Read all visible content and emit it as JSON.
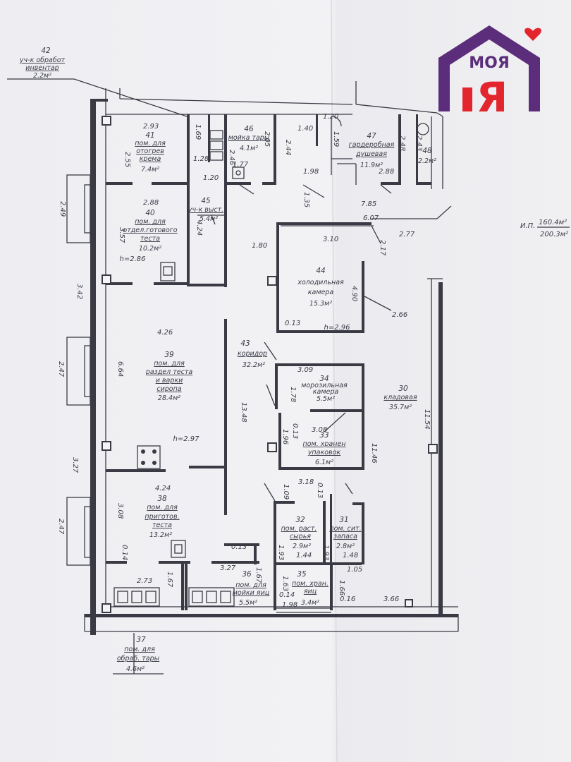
{
  "logo": {
    "brand_text": "МОЯ",
    "brand_letter": "Я",
    "colors": {
      "house": "#5b2d7a",
      "accent": "#e3262d",
      "heart": "#e3262d"
    }
  },
  "totals": {
    "prefix": "И.П.",
    "area_1": "160.4м²",
    "area_2": "200.3м²"
  },
  "rooms": [
    {
      "id": "42",
      "num": "42",
      "name": [
        "уч-к обработ",
        "инвентар"
      ],
      "area": "2.2м²"
    },
    {
      "id": "41",
      "num": "41",
      "name": [
        "пом. для",
        "отогрев",
        "крема"
      ],
      "area": "7.4м²"
    },
    {
      "id": "46",
      "num": "46",
      "name": [
        "мойка тары"
      ],
      "area": "4.1м²"
    },
    {
      "id": "47",
      "num": "47",
      "name": [
        "гардеробная",
        "душевая"
      ],
      "area": "11.9м²"
    },
    {
      "id": "48",
      "num": "48",
      "name": [],
      "area": "2.2м²"
    },
    {
      "id": "40",
      "num": "40",
      "name": [
        "пом. для",
        "отдел.готового",
        "теста"
      ],
      "area": "10.2м²"
    },
    {
      "id": "45",
      "num": "45",
      "name": [
        "уч-к выст."
      ],
      "area": "5.4м²"
    },
    {
      "id": "44",
      "num": "44",
      "name": [
        "холодильная",
        "камера"
      ],
      "area": "15.3м²"
    },
    {
      "id": "43",
      "num": "43",
      "name": [
        "коридор"
      ],
      "area": "32.2м²"
    },
    {
      "id": "39",
      "num": "39",
      "name": [
        "пом. для",
        "раздел теста",
        "и варки",
        "сиропа"
      ],
      "area": "28.4м²"
    },
    {
      "id": "34",
      "num": "34",
      "name": [
        "морозильная",
        "камера"
      ],
      "area": "5.5м²"
    },
    {
      "id": "30",
      "num": "30",
      "name": [
        "кладовая"
      ],
      "area": "35.7м²"
    },
    {
      "id": "33",
      "num": "33",
      "name": [
        "пом. хранен",
        "упаковок"
      ],
      "area": "6.1м²"
    },
    {
      "id": "38",
      "num": "38",
      "name": [
        "пом. для",
        "приготов.",
        "теста"
      ],
      "area": "13.2м²"
    },
    {
      "id": "32",
      "num": "32",
      "name": [
        "пом. раст.",
        "сырья"
      ],
      "area": "2.9м²"
    },
    {
      "id": "31",
      "num": "31",
      "name": [
        "пом. сит.",
        "запаса"
      ],
      "area": "2.8м²"
    },
    {
      "id": "36",
      "num": "36",
      "name": [
        "пом. для",
        "мойки яиц"
      ],
      "area": "5.5м²"
    },
    {
      "id": "35",
      "num": "35",
      "name": [
        "пом. хран.",
        "яиц"
      ],
      "area": "3.4м²"
    },
    {
      "id": "37",
      "num": "37",
      "name": [
        "пом. для",
        "обраб. тары"
      ],
      "area": "4.6м²"
    }
  ],
  "heights": {
    "h40": "h=2.86",
    "h44": "h=2.96",
    "h39": "h=2.97"
  },
  "dimensions": {
    "d_2_93": "2.93",
    "d_2_55": "2.55",
    "d_1_69": "1.69",
    "d_1_28": "1.28",
    "d_2_46": "2.46",
    "d_1_77": "1.77",
    "d_2_05": "2.05",
    "d_1_40": "1.40",
    "d_2_44": "2.44",
    "d_1_20_top": "1.20",
    "d_1_59": "1.59",
    "d_1_98_top": "1.98",
    "d_2_48": "2.48",
    "d_2_43": "2.43",
    "d_2_88_top": "2.88",
    "d_1_35": "1.35",
    "d_7_85": "7.85",
    "d_1_20": "1.20",
    "d_2_88": "2.88",
    "d_6_07": "6.07",
    "d_2_77": "2.77",
    "d_3_57": "3.57",
    "d_4_24_v": "4.24",
    "d_3_10": "3.10",
    "d_2_17": "2.17",
    "d_1_80": "1.80",
    "d_2_49": "2.49",
    "d_4_90": "4.90",
    "d_2_66": "2.66",
    "d_3_42": "3.42",
    "d_0_13_a": "0.13",
    "d_4_26": "4.26",
    "d_3_09": "3.09",
    "d_1_78": "1.78",
    "d_6_64": "6.64",
    "d_2_47_a": "2.47",
    "d_13_48": "13.48",
    "d_11_54": "11.54",
    "d_1_96": "1.96",
    "d_0_13_b": "0.13",
    "d_3_08_b": "3.08",
    "d_11_46": "11.46",
    "d_3_27": "3.27",
    "d_3_18": "3.18",
    "d_1_09": "1.09",
    "d_0_13_c": "0.13",
    "d_4_24": "4.24",
    "d_3_08": "3.08",
    "d_2_47_b": "2.47",
    "d_0_14_a": "0.14",
    "d_0_13_d": "0.13",
    "d_1_93_a": "1.93",
    "d_1_44": "1.44",
    "d_1_93_b": "1.93",
    "d_1_48": "1.48",
    "d_3_27_b": "3.27",
    "d_1_67_a": "1.67",
    "d_1_05": "1.05",
    "d_2_73": "2.73",
    "d_1_67_b": "1.67",
    "d_1_63": "1.63",
    "d_1_66": "1.66",
    "d_0_14_b": "0.14",
    "d_1_98": "1.98",
    "d_0_16": "0.16",
    "d_3_66": "3.66"
  }
}
